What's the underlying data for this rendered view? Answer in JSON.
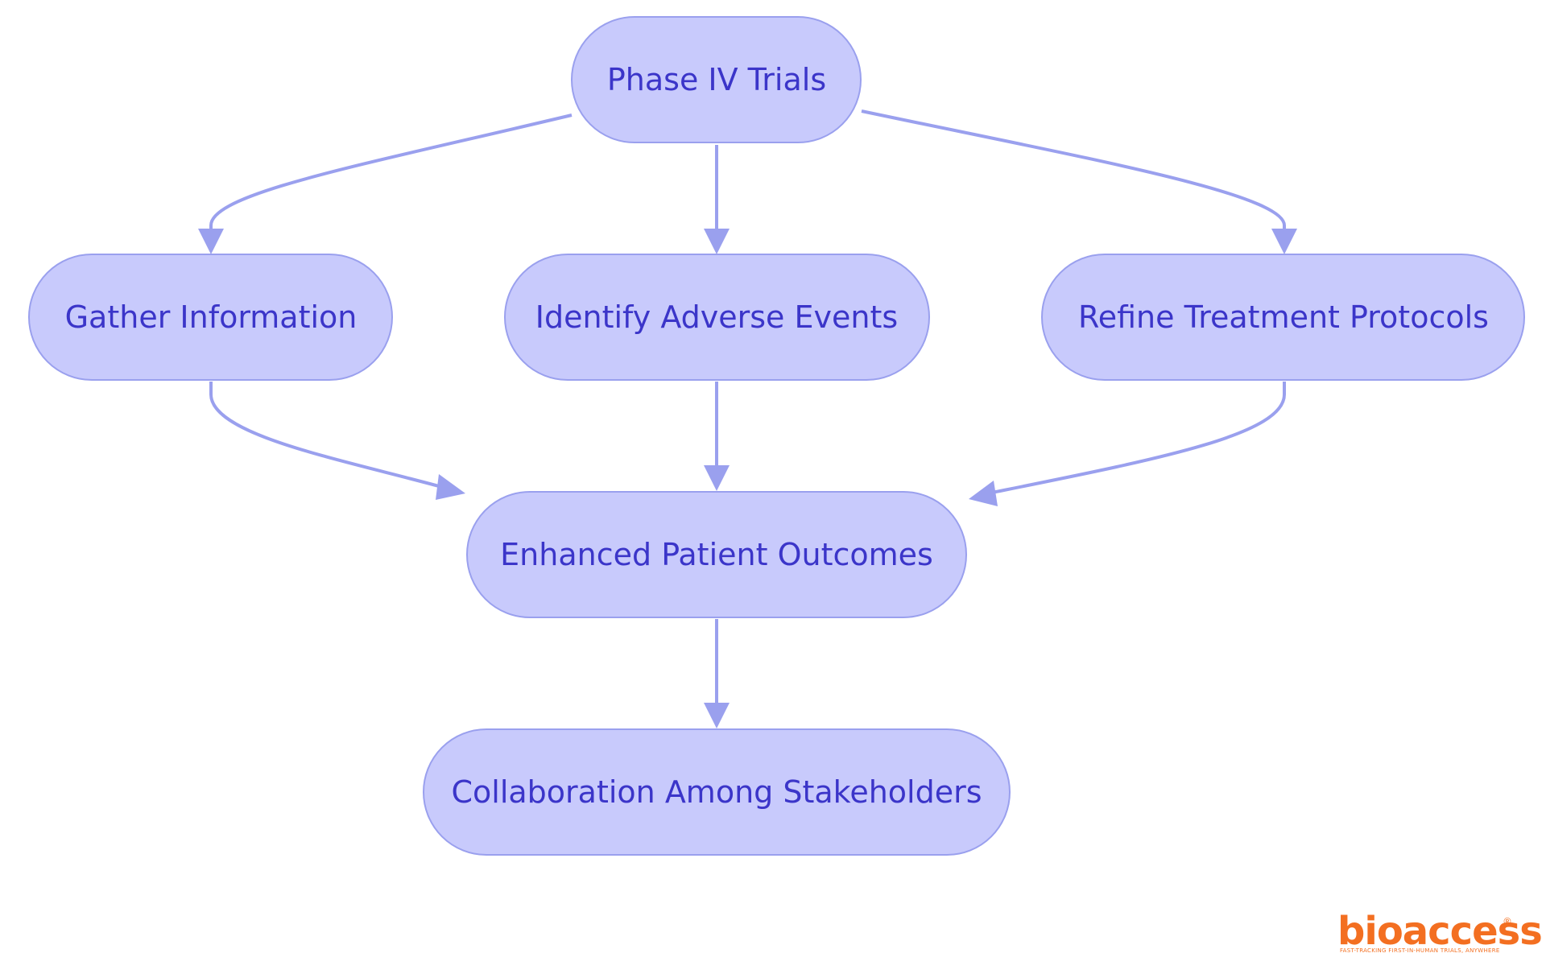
{
  "colors": {
    "node_fill": "#c8cafc",
    "node_stroke": "#9aa0ee",
    "node_text": "#3b35c9",
    "edge": "#9aa0ee",
    "brand": "#f36f21"
  },
  "nodes": {
    "phase_iv": "Phase IV Trials",
    "gather": "Gather Information",
    "identify": "Identify Adverse Events",
    "refine": "Refine Treatment Protocols",
    "outcomes": "Enhanced Patient Outcomes",
    "collaboration": "Collaboration Among Stakeholders"
  },
  "edges": [
    {
      "from": "Phase IV Trials",
      "to": "Gather Information"
    },
    {
      "from": "Phase IV Trials",
      "to": "Identify Adverse Events"
    },
    {
      "from": "Phase IV Trials",
      "to": "Refine Treatment Protocols"
    },
    {
      "from": "Gather Information",
      "to": "Enhanced Patient Outcomes"
    },
    {
      "from": "Identify Adverse Events",
      "to": "Enhanced Patient Outcomes"
    },
    {
      "from": "Refine Treatment Protocols",
      "to": "Enhanced Patient Outcomes"
    },
    {
      "from": "Enhanced Patient Outcomes",
      "to": "Collaboration Among Stakeholders"
    }
  ],
  "logo": {
    "name": "bioaccess",
    "registered": "®",
    "tagline": "FAST-TRACKING FIRST-IN-HUMAN TRIALS, ANYWHERE"
  }
}
